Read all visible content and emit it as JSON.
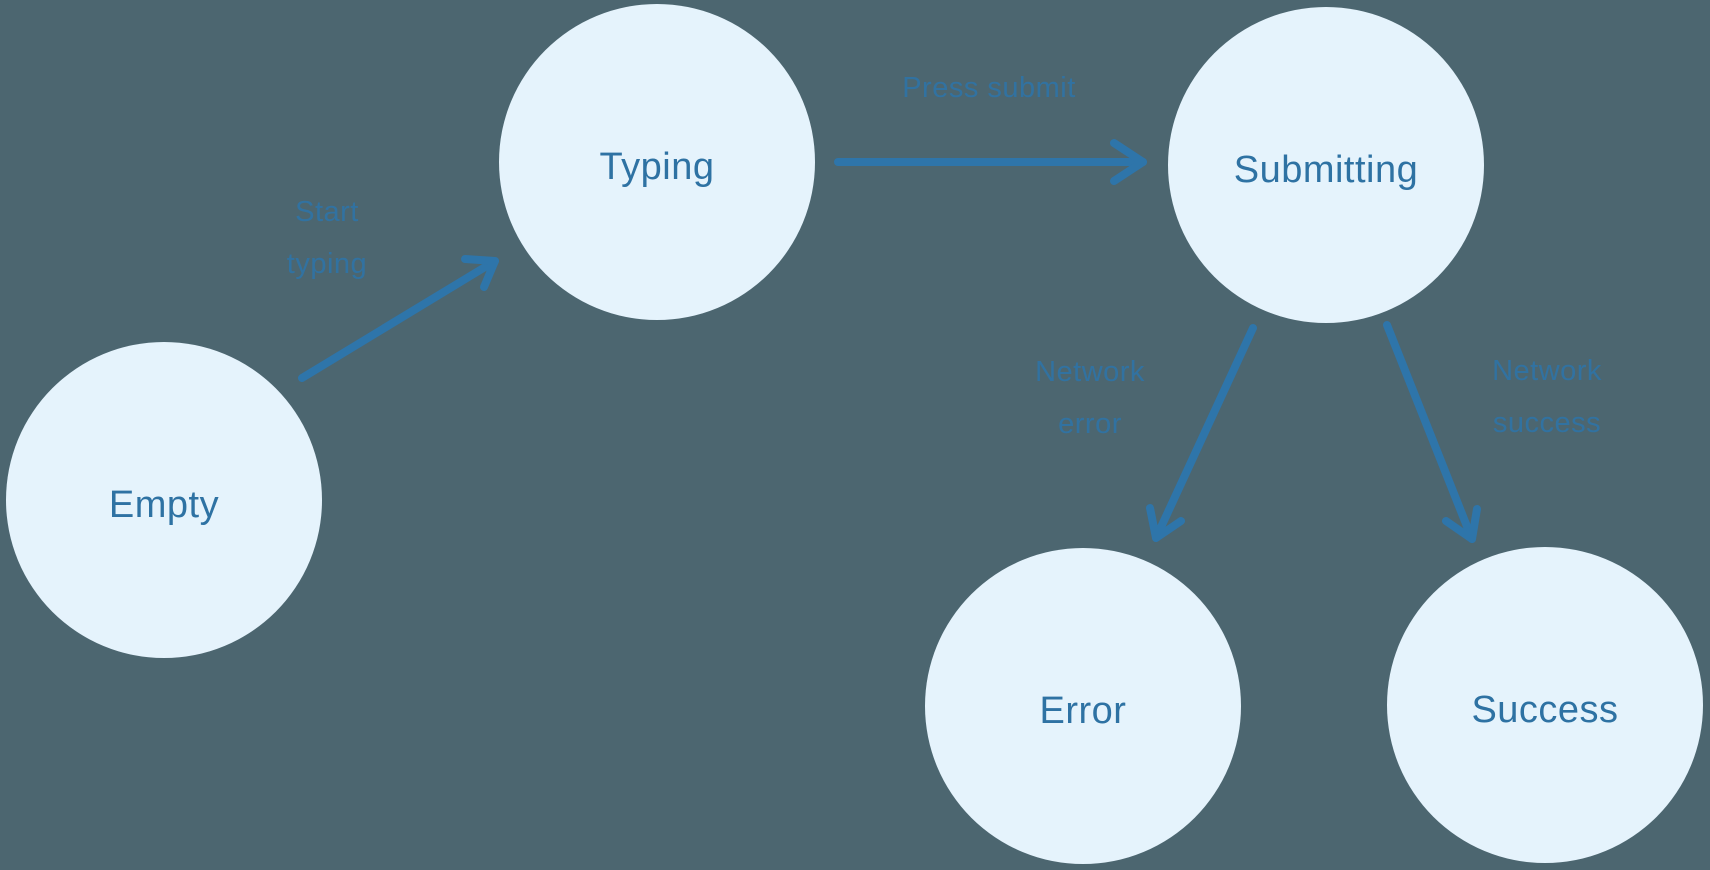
{
  "diagram": {
    "nodes": [
      {
        "id": "empty",
        "label": "Empty"
      },
      {
        "id": "typing",
        "label": "Typing"
      },
      {
        "id": "submitting",
        "label": "Submitting"
      },
      {
        "id": "error",
        "label": "Error"
      },
      {
        "id": "success",
        "label": "Success"
      }
    ],
    "edges": [
      {
        "from": "empty",
        "to": "typing",
        "label": "Start typing"
      },
      {
        "from": "typing",
        "to": "submitting",
        "label": "Press submit"
      },
      {
        "from": "submitting",
        "to": "error",
        "label": "Network error"
      },
      {
        "from": "submitting",
        "to": "success",
        "label": "Network success"
      }
    ],
    "colors": {
      "background": "#4C6670",
      "node_fill": "#E5F3FC",
      "node_text": "#2E72A3",
      "arrow": "#2E75AA",
      "edge_label_text": "#2E74A8"
    }
  }
}
